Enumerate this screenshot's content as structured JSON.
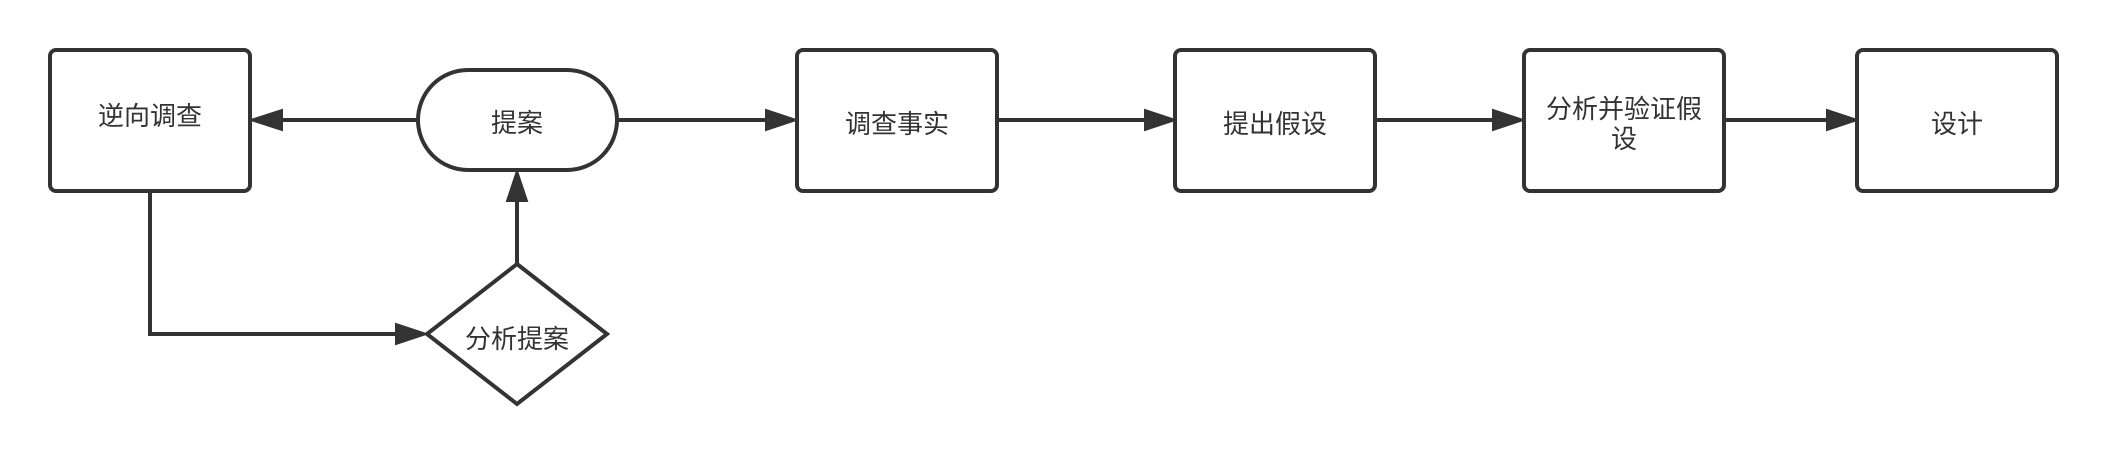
{
  "diagram": {
    "nodes": {
      "reverse_investigation": {
        "label": "逆向调查"
      },
      "proposal": {
        "label": "提案"
      },
      "investigate_facts": {
        "label": "调查事实"
      },
      "propose_hypothesis": {
        "label": "提出假设"
      },
      "analyze_verify": {
        "label_line1": "分析并验证假",
        "label_line2": "设"
      },
      "design": {
        "label": "设计"
      },
      "analyze_proposal": {
        "label": "分析提案"
      }
    },
    "colors": {
      "stroke": "#333333",
      "fill": "#ffffff",
      "text": "#333333"
    }
  }
}
